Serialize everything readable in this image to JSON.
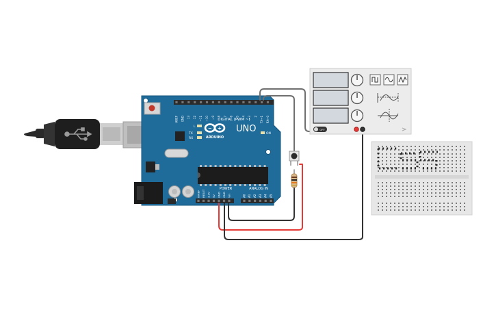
{
  "colors": {
    "canvas_bg": "#ffffff",
    "board_blue": "#1f6c9b",
    "board_dark": "#16557d",
    "header_black": "#2b2b2b",
    "wire_red": "#e53935",
    "wire_black": "#333333",
    "wire_gray": "#6f6f6f",
    "scope_screen": "#d2d8de",
    "breadboard": "#e7e7e7"
  },
  "icons": {
    "usb_plug": "usb-plug-icon",
    "arduino_logo": "arduino-infinity-logo-icon",
    "reset": "reset-button-icon"
  },
  "arduino": {
    "model": "UNO",
    "brand": "ARDUINO",
    "digital_header_label": "DIGITAL (PWM ~)",
    "power_header_label": "POWER",
    "analog_header_label": "ANALOG IN",
    "led_l_label": "L",
    "led_tx_label": "TX",
    "led_rx_label": "RX",
    "led_on_label": "ON",
    "top_pin_labels": [
      "AREF",
      "GND",
      "13",
      "12",
      "~11",
      "~10",
      "~9",
      "8",
      "7",
      "~6",
      "~5",
      "4",
      "~3",
      "2",
      "TX→1",
      "RX←0"
    ],
    "power_pin_labels": [
      "IOREF",
      "RESET",
      "3.3V",
      "5V",
      "GND",
      "GND",
      "Vin"
    ],
    "analog_pin_labels": [
      "A0",
      "A1",
      "A2",
      "A3",
      "A4",
      "A5"
    ]
  },
  "oscilloscope": {
    "buttons": [
      "square-wave-button",
      "sine-wave-button",
      "triangle-wave-button"
    ],
    "power_switch_label": "OFF"
  }
}
